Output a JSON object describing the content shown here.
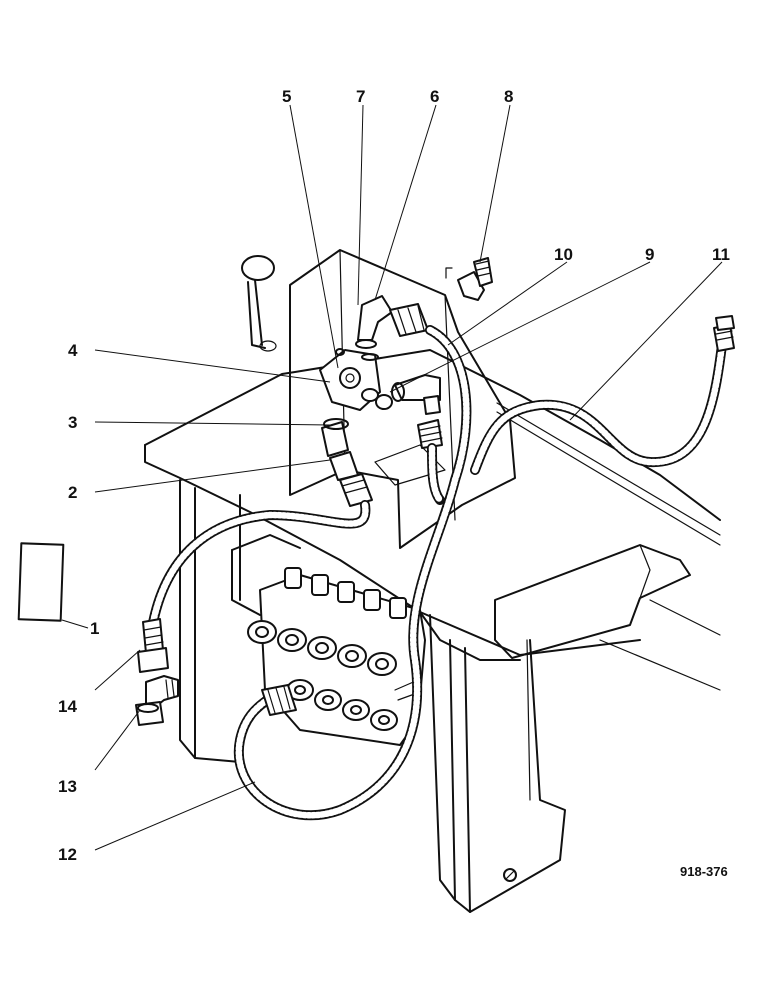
{
  "figure_number": "918-376",
  "callouts": [
    "1",
    "2",
    "3",
    "4",
    "5",
    "6",
    "7",
    "8",
    "9",
    "10",
    "11",
    "12",
    "13",
    "14"
  ]
}
